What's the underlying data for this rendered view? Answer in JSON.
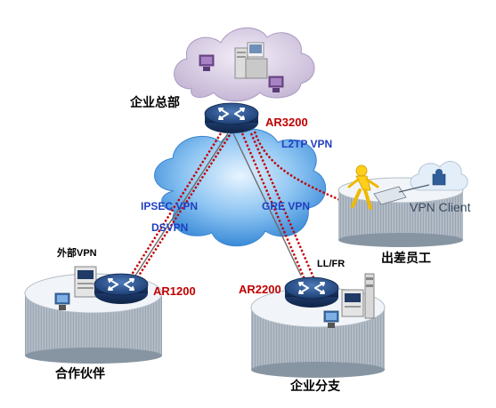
{
  "nodes": {
    "hq": {
      "name": "企业总部",
      "router": "AR3200"
    },
    "partner": {
      "name": "合作伙伴",
      "router": "AR1200",
      "link_label": "外部VPN"
    },
    "branch": {
      "name": "企业分支",
      "router": "AR2200",
      "link_label": "LL/FR"
    },
    "mobile": {
      "name": "出差员工",
      "client": "VPN Client"
    }
  },
  "links": {
    "l2tp": "L2TP VPN",
    "ipsec": "IPSEC VPN",
    "dsvpn": "DSVPN",
    "gre": "GRE VPN"
  },
  "colors": {
    "router_label": "#c00000",
    "vpn_label": "#1f3fbf",
    "vpn_line": "#c00000",
    "cloud": "#5aa6e8"
  }
}
